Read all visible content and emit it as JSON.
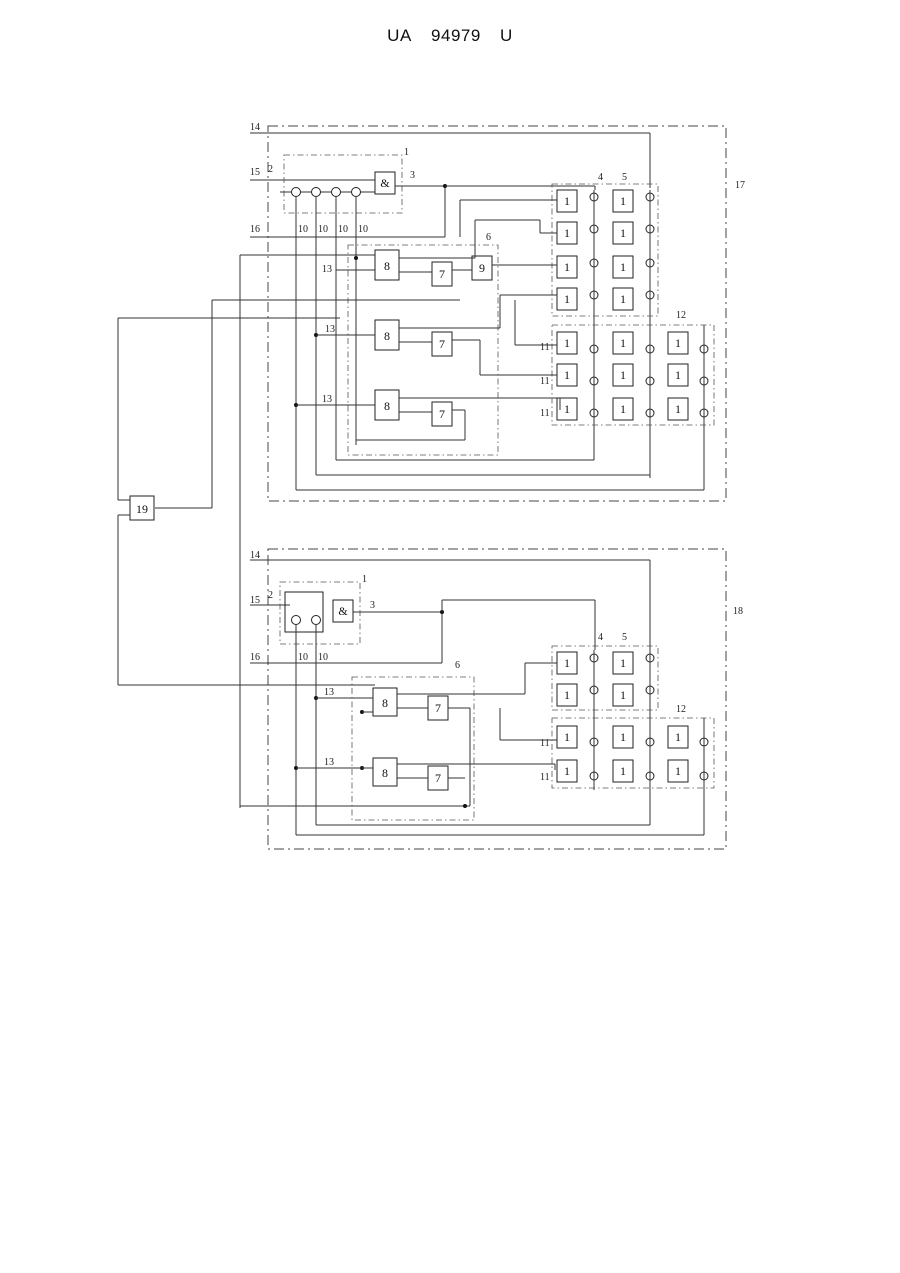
{
  "header": {
    "country": "UA",
    "number": "94979",
    "kind": "U"
  },
  "figure": {
    "labels": {
      "l1": "1",
      "l2": "2",
      "l3": "3",
      "l4": "4",
      "l5": "5",
      "l6": "6",
      "l10": "10",
      "l11": "11",
      "l12": "12",
      "l13": "13",
      "l14": "14",
      "l15": "15",
      "l16": "16",
      "l17": "17",
      "l18": "18",
      "l19": "19"
    },
    "block_text": {
      "and": "&",
      "one": "1",
      "seven": "7",
      "eight": "8",
      "nine": "9",
      "nineteen": "19"
    }
  }
}
